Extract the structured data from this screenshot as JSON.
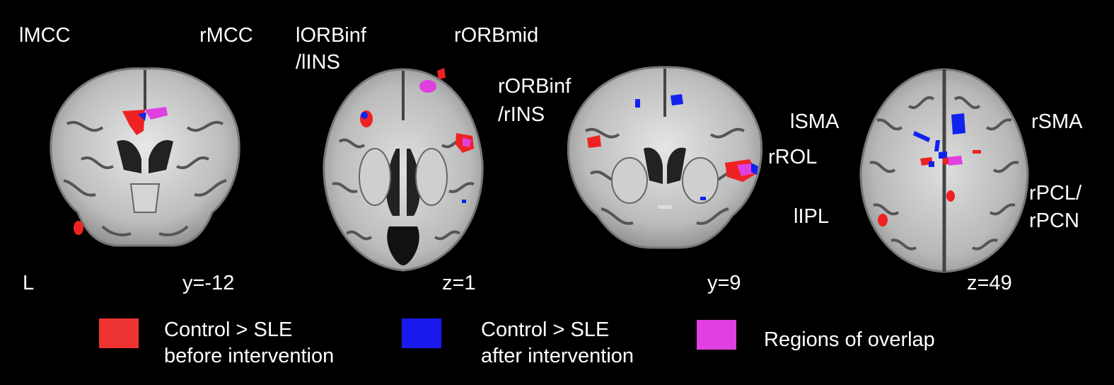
{
  "panels": [
    {
      "view": "coronal",
      "coordinate": "y=-12",
      "orientation_marker": "L",
      "labels": [
        "lMCC",
        "rMCC"
      ]
    },
    {
      "view": "axial",
      "coordinate": "z=1",
      "labels": [
        "lORBinf",
        "/lINS",
        "rORBmid",
        "rORBinf",
        "/rINS"
      ]
    },
    {
      "view": "coronal",
      "coordinate": "y=9",
      "labels": [
        "rROL"
      ]
    },
    {
      "view": "axial",
      "coordinate": "z=49",
      "labels": [
        "lSMA",
        "rSMA",
        "lIPL",
        "rPCL/",
        "rPCN"
      ]
    }
  ],
  "legend": [
    {
      "color": "#ee3333",
      "line1": "Control > SLE",
      "line2": "before intervention"
    },
    {
      "color": "#1a1aee",
      "line1": "Control > SLE",
      "line2": "after intervention"
    },
    {
      "color": "#e040e0",
      "line1": "Regions of overlap",
      "line2": ""
    }
  ],
  "colors": {
    "red": "#ee2222",
    "blue": "#1122ee",
    "magenta": "#e040e0"
  }
}
